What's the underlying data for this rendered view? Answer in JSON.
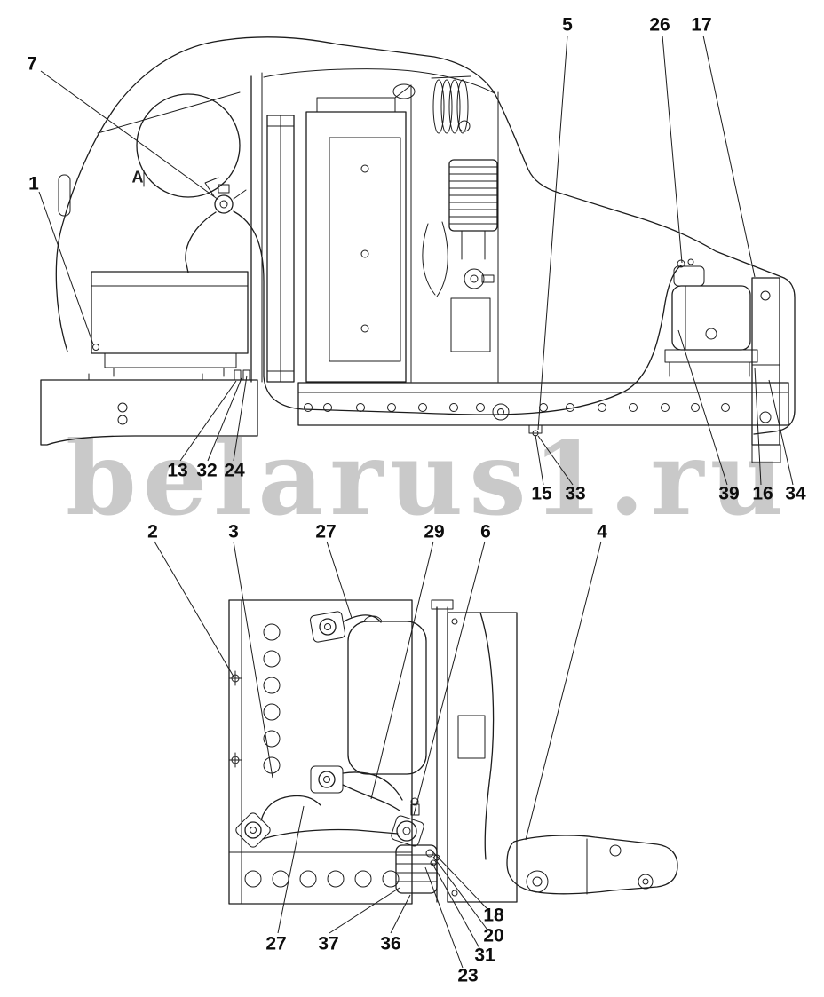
{
  "watermark": {
    "text": "belarus1.ru",
    "color": "#c9c9c9"
  },
  "view_label": "A",
  "colors": {
    "line": "#1c1c1c",
    "background": "#ffffff"
  },
  "callouts": [
    {
      "label": "7"
    },
    {
      "label": "1"
    },
    {
      "label": "5"
    },
    {
      "label": "26"
    },
    {
      "label": "17"
    },
    {
      "label": "13"
    },
    {
      "label": "32"
    },
    {
      "label": "24"
    },
    {
      "label": "15"
    },
    {
      "label": "33"
    },
    {
      "label": "39"
    },
    {
      "label": "16"
    },
    {
      "label": "34"
    },
    {
      "label": "2"
    },
    {
      "label": "3"
    },
    {
      "label": "27"
    },
    {
      "label": "29"
    },
    {
      "label": "6"
    },
    {
      "label": "4"
    },
    {
      "label": "27"
    },
    {
      "label": "37"
    },
    {
      "label": "36"
    },
    {
      "label": "18"
    },
    {
      "label": "20"
    },
    {
      "label": "31"
    },
    {
      "label": "23"
    }
  ]
}
